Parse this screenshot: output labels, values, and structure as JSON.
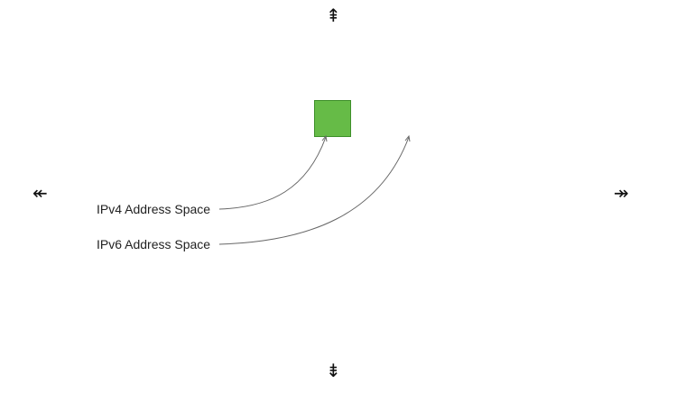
{
  "navigation": {
    "up_icon": "⇞",
    "down_icon": "⇟",
    "left_icon": "↞",
    "right_icon": "↠"
  },
  "diagram": {
    "node": {
      "icon": "green-square",
      "color": "#66bb47"
    },
    "labels": [
      {
        "text": "IPv4 Address Space"
      },
      {
        "text": "IPv6 Address Space"
      }
    ]
  }
}
